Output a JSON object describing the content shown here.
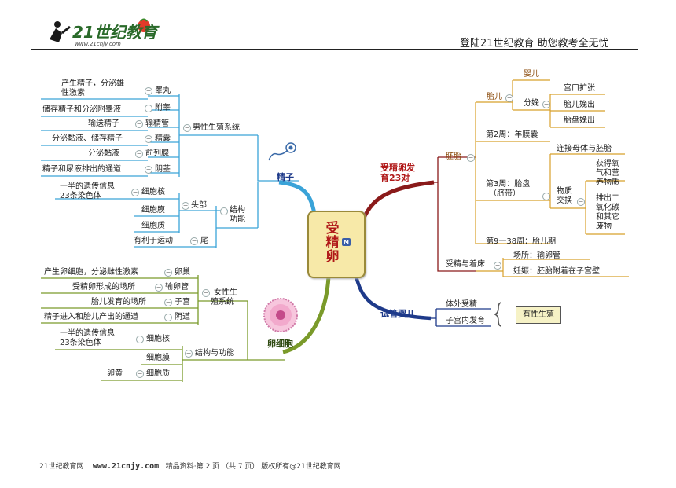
{
  "header": {
    "logo_text": "21世纪教育",
    "logo_url": "www.21cnjy.com",
    "slogan": "登陆21世纪教育    助您教考全无忧"
  },
  "center": {
    "label": "受精卵",
    "badge": "M"
  },
  "sperm": {
    "title": "精子",
    "male_system": "男性生殖系统",
    "organs": [
      {
        "name": "睾丸",
        "func_line1": "产生精子，分泌雄",
        "func_line2": "性激素"
      },
      {
        "name": "附睾",
        "func_line1": "储存精子和分泌附睾液",
        "func_line2": ""
      },
      {
        "name": "输精管",
        "func_line1": "输送精子",
        "func_line2": ""
      },
      {
        "name": "精囊",
        "func_line1": "分泌黏液、储存精子",
        "func_line2": ""
      },
      {
        "name": "前列腺",
        "func_line1": "分泌黏液",
        "func_line2": ""
      },
      {
        "name": "阴茎",
        "func_line1": "精子和尿液排出的通道",
        "func_line2": ""
      }
    ],
    "structure_line1": "结构",
    "structure_line2": "功能",
    "head": "头部",
    "nucleus": "细胞核",
    "nucleus_desc1": "一半的遗传信息",
    "nucleus_desc2": "23条染色体",
    "membrane": "细胞膜",
    "cytoplasm": "细胞质",
    "tail": "尾",
    "tail_desc": "有利于运动"
  },
  "egg": {
    "title": "卵细胞",
    "female_line1": "女性生",
    "female_line2": "殖系统",
    "organs": [
      {
        "name": "卵巢",
        "func": "产生卵细胞，分泌雌性激素"
      },
      {
        "name": "输卵管",
        "func": "受精卵形成的场所"
      },
      {
        "name": "子宫",
        "func": "胎儿发育的场所"
      },
      {
        "name": "阴道",
        "func": "精子进入和胎儿产出的通道"
      }
    ],
    "structure": "结构与功能",
    "nucleus": "细胞核",
    "nucleus_desc1": "一半的遗传信息",
    "nucleus_desc2": "23条染色体",
    "membrane": "细胞膜",
    "cytoplasm": "细胞质",
    "yolk": "卵黄"
  },
  "development": {
    "title_line1": "受精卵发",
    "title_line2": "育23对",
    "embryo": "胚胎",
    "fetus": "胎儿",
    "baby": "婴儿",
    "delivery": "分娩",
    "delivery_steps": [
      "宫口扩张",
      "胎儿娩出",
      "胎盘娩出"
    ],
    "week2": "第2周：羊膜囊",
    "week3_line1": "第3周：胎盘",
    "week3_line2": "（脐带）",
    "connect": "连接母体与胚胎",
    "exchange_line1": "物质",
    "exchange_line2": "交换",
    "nutrients": [
      "获得氧",
      "气和营",
      "养物质"
    ],
    "waste": [
      "排出二",
      "氧化碳",
      "和其它",
      "废物"
    ],
    "week9": "第9一38周：胎儿期",
    "fert": "受精与着床",
    "fert_place": "场所：输卵管",
    "pregnancy": "妊娠：胚胎附着在子宫壁"
  },
  "ivf": {
    "title": "试管婴儿",
    "step1": "体外受精",
    "step2": "子宫内发育",
    "result": "有性生殖"
  },
  "footer": {
    "site": "21世纪教育网",
    "url": "www.21cnjy.com",
    "rest": "精品资料·第 2 页 （共 7 页） 版权所有@21世纪教育网"
  },
  "colors": {
    "sperm_branch": "#3aa3d8",
    "egg_branch": "#7a9a2a",
    "development_branch": "#8a1a1a",
    "ivf_branch": "#1e3a8a",
    "center_fill": "#f7e9a8"
  }
}
